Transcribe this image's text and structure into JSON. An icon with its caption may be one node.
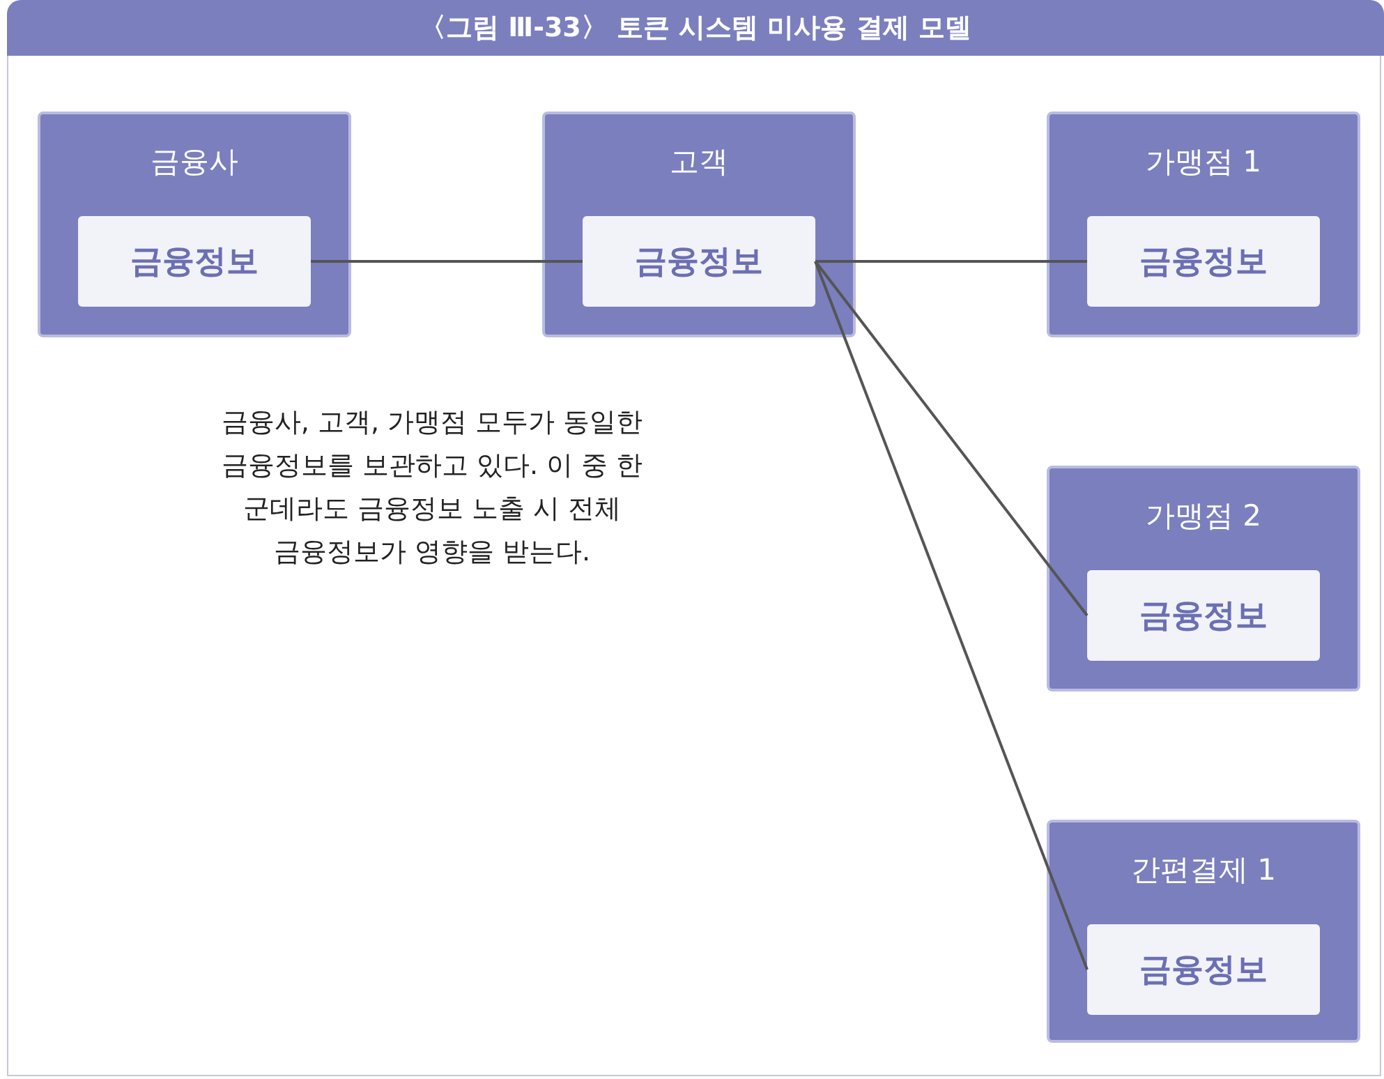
{
  "diagram": {
    "title": "〈그림 Ⅲ-33〉 토큰 시스템 미사용 결제 모델",
    "nodes": [
      {
        "text": [
          "금융사"
        ]
      },
      {
        "text": [
          "금융정보"
        ],
        "in": 0
      },
      {
        "text": [
          "고객"
        ]
      },
      {
        "text": [
          "금융정보"
        ],
        "in": 2
      },
      {
        "text": [
          "가맹점 1"
        ]
      },
      {
        "text": [
          "금융정보"
        ],
        "in": 4
      },
      {
        "text": [
          "가맹점 2"
        ]
      },
      {
        "text": [
          "금융정보"
        ],
        "in": 6
      },
      {
        "text": [
          "간편결제 1"
        ]
      },
      {
        "text": [
          "금융정보"
        ],
        "in": 8
      }
    ],
    "edges": [
      {
        "from": 1,
        "to": 3,
        "arrow": "none"
      },
      {
        "from": 3,
        "to": 5,
        "arrow": "none"
      },
      {
        "from": 3,
        "to": 7,
        "arrow": "none"
      },
      {
        "from": 3,
        "to": 9,
        "arrow": "none"
      }
    ],
    "labels": [
      "금융사, 고객, 가맹점 모두가 동일한 금융정보를 보관하고 있다. 이 중 한 군데라도 금융정보 노출 시 전체 금융정보가 영향을 받는다."
    ]
  }
}
